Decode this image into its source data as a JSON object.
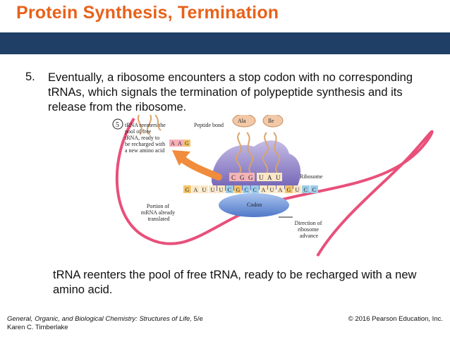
{
  "slide": {
    "title": "Protein Synthesis, Termination",
    "step_number": "5.",
    "step_text": "Eventually, a ribosome encounters a stop codon with no corresponding tRNAs, which signals the termination of polypeptide synthesis and its release from the ribosome.",
    "bottom_text": "tRNA reenters the pool of free tRNA, ready to be recharged with a new amino acid.",
    "colors": {
      "title": "#e8611a",
      "bar": "#1f3f66",
      "ribosome": "#8b7ec8",
      "mrna": "#e8507a"
    }
  },
  "figure": {
    "step_circle": "5",
    "trna_note": [
      "tRNA reenters the",
      "pool of free",
      "tRNA, ready to",
      "be recharged with",
      "a new amino acid"
    ],
    "free_trna_bases": [
      "A",
      "A",
      "G"
    ],
    "peptide_bond": "Peptide bond",
    "amino_acids": [
      "Ala",
      "Ile"
    ],
    "anticodon_bases": [
      "C",
      "G",
      "G",
      "U",
      "A",
      "U"
    ],
    "mrna_bases": [
      "G",
      "A",
      "U",
      "U",
      "U",
      "C",
      "G",
      "C",
      "C",
      "A",
      "U",
      "A",
      "G",
      "U",
      "C",
      "C"
    ],
    "ribosome_label": "Ribosome",
    "codon_label": "Codon",
    "mrna_label": [
      "Portion of",
      "mRNA already",
      "translated"
    ],
    "direction_label": [
      "Direction of",
      "ribosome",
      "advance"
    ]
  },
  "footer": {
    "book_title": "General, Organic, and Biological Chemistry: Structures of Life,",
    "edition": " 5/e",
    "author": "Karen C. Timberlake",
    "copyright": "© 2016 Pearson Education, Inc."
  }
}
